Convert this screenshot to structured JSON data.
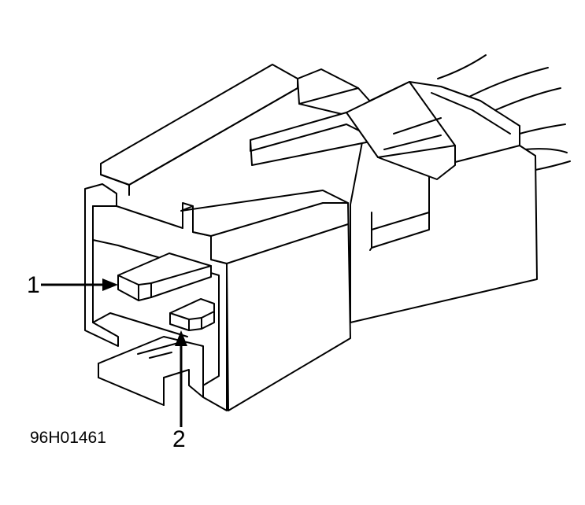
{
  "callouts": [
    {
      "label": "1"
    },
    {
      "label": "2"
    }
  ],
  "figure_code": "96H01461",
  "colors": {
    "stroke": "#000000",
    "background": "#ffffff"
  }
}
